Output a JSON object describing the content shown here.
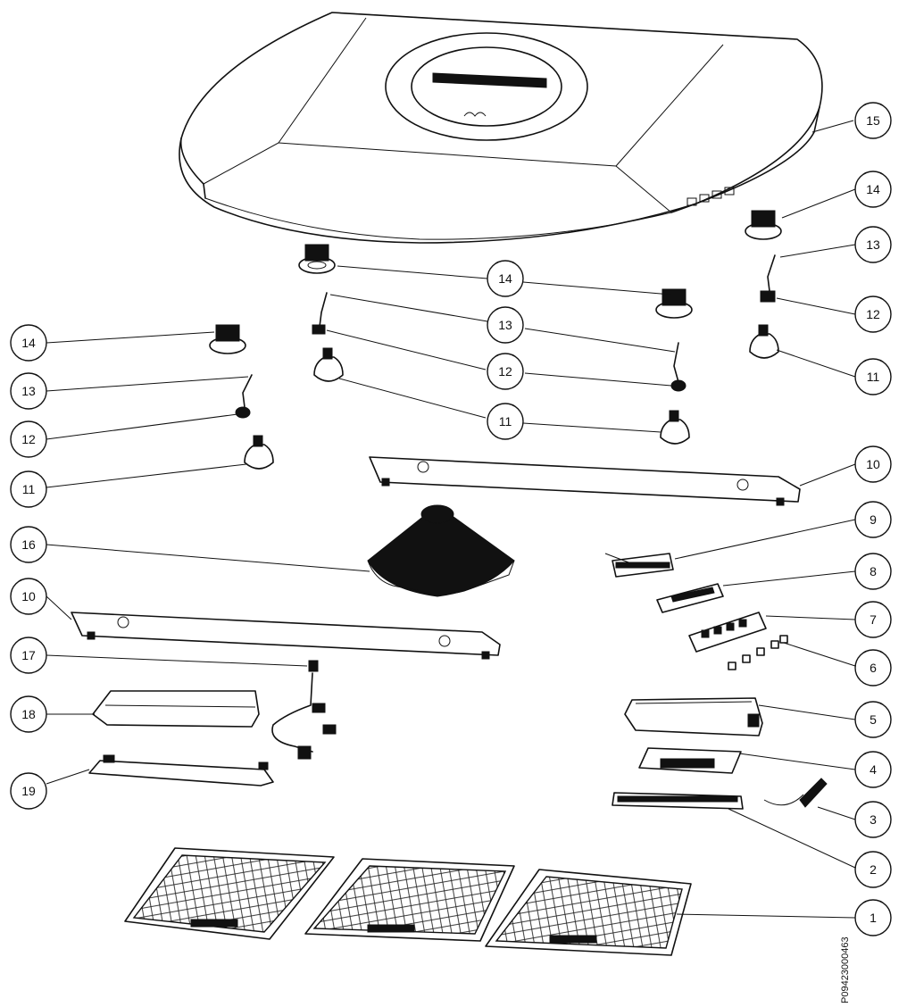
{
  "diagram": {
    "doc_id": "P09423000463",
    "callouts": [
      {
        "label": "15"
      },
      {
        "label": "14"
      },
      {
        "label": "13"
      },
      {
        "label": "12"
      },
      {
        "label": "11"
      },
      {
        "label": "14"
      },
      {
        "label": "13"
      },
      {
        "label": "12"
      },
      {
        "label": "11"
      },
      {
        "label": "14"
      },
      {
        "label": "13"
      },
      {
        "label": "12"
      },
      {
        "label": "11"
      },
      {
        "label": "10"
      },
      {
        "label": "9"
      },
      {
        "label": "8"
      },
      {
        "label": "7"
      },
      {
        "label": "6"
      },
      {
        "label": "5"
      },
      {
        "label": "4"
      },
      {
        "label": "3"
      },
      {
        "label": "2"
      },
      {
        "label": "1"
      },
      {
        "label": "16"
      },
      {
        "label": "10"
      },
      {
        "label": "17"
      },
      {
        "label": "18"
      },
      {
        "label": "19"
      }
    ]
  }
}
